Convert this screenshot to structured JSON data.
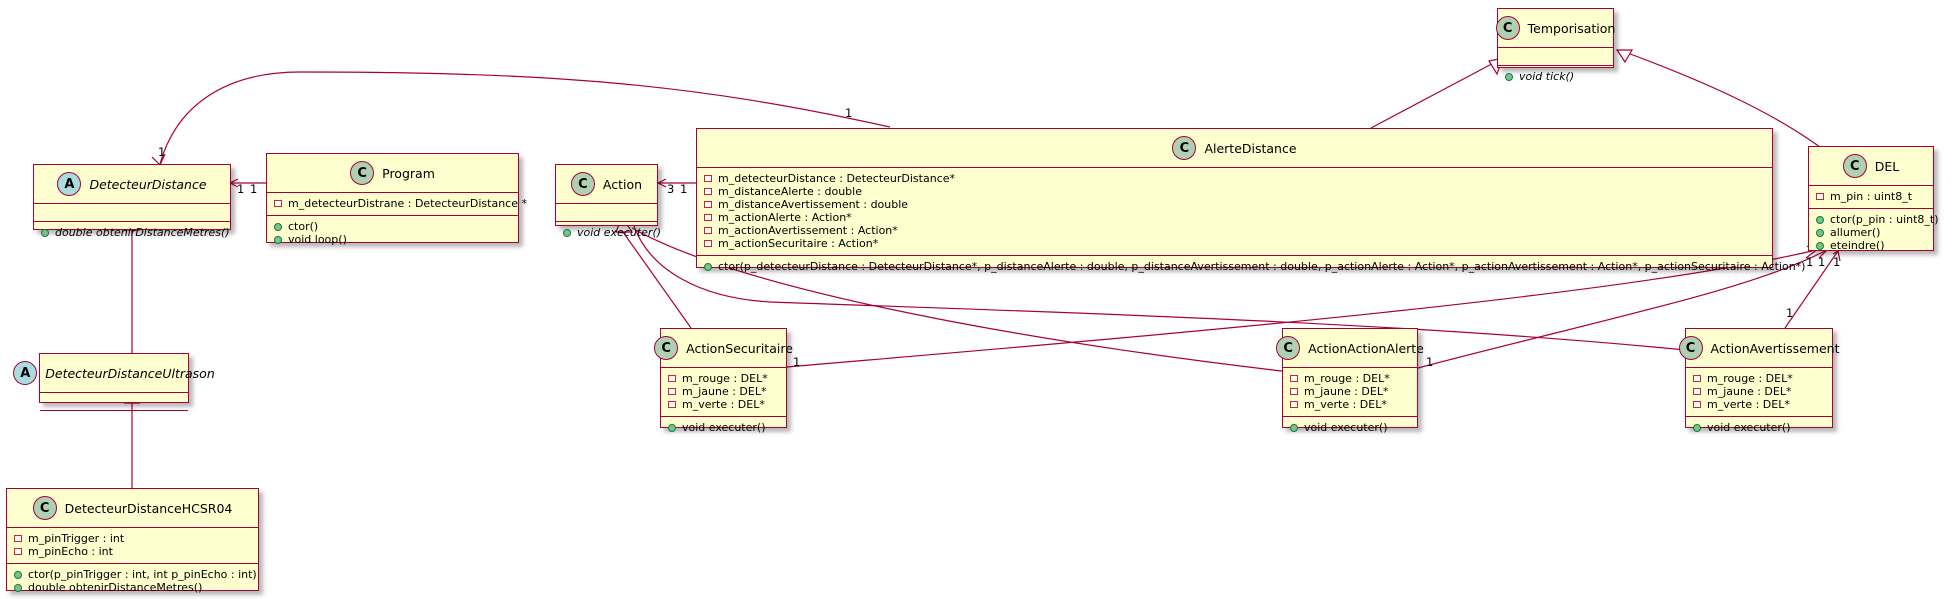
{
  "colors": {
    "border": "#a80036",
    "fill": "#fefece",
    "class_circle": "#add1b2",
    "abstract_circle": "#a9dcdf"
  },
  "classes": {
    "temporisation": {
      "stereo": "C",
      "name": "Temporisation",
      "fields": [],
      "methods": [
        {
          "vis": "public",
          "text": "void tick()",
          "abstract": true
        }
      ]
    },
    "alerte_distance": {
      "stereo": "C",
      "name": "AlerteDistance",
      "fields": [
        {
          "vis": "private",
          "text": "m_detecteurDistance : DetecteurDistance*"
        },
        {
          "vis": "private",
          "text": "m_distanceAlerte : double"
        },
        {
          "vis": "private",
          "text": "m_distanceAvertissement : double"
        },
        {
          "vis": "private",
          "text": "m_actionAlerte : Action*"
        },
        {
          "vis": "private",
          "text": "m_actionAvertissement : Action*"
        },
        {
          "vis": "private",
          "text": "m_actionSecuritaire : Action*"
        }
      ],
      "methods": [
        {
          "vis": "public",
          "text": "ctor(p_detecteurDistance : DetecteurDistance*, p_distanceAlerte : double, p_distanceAvertissement : double, p_actionAlerte : Action*, p_actionAvertissement : Action*, p_actionSecuritaire : Action*)"
        }
      ]
    },
    "detecteur_distance": {
      "stereo": "A",
      "name": "DetecteurDistance",
      "abstract": true,
      "fields": [],
      "methods": [
        {
          "vis": "public",
          "text": "double obtenirDistanceMetres()",
          "abstract": true
        }
      ]
    },
    "program": {
      "stereo": "C",
      "name": "Program",
      "fields": [
        {
          "vis": "private",
          "text": "m_detecteurDistrane : DetecteurDistance *"
        }
      ],
      "methods": [
        {
          "vis": "public",
          "text": "ctor()"
        },
        {
          "vis": "public",
          "text": "void loop()"
        }
      ]
    },
    "action": {
      "stereo": "C",
      "name": "Action",
      "fields": [],
      "methods": [
        {
          "vis": "public",
          "text": "void executer()",
          "abstract": true
        }
      ]
    },
    "del": {
      "stereo": "C",
      "name": "DEL",
      "fields": [
        {
          "vis": "private",
          "text": "m_pin : uint8_t"
        }
      ],
      "methods": [
        {
          "vis": "public",
          "text": "ctor(p_pin : uint8_t)"
        },
        {
          "vis": "public",
          "text": "allumer()"
        },
        {
          "vis": "public",
          "text": "eteindre()"
        }
      ]
    },
    "detecteur_distance_ultrason": {
      "stereo": "A",
      "name": "DetecteurDistanceUltrason",
      "abstract": true,
      "fields": [],
      "methods": []
    },
    "detecteur_distance_hcsr04": {
      "stereo": "C",
      "name": "DetecteurDistanceHCSR04",
      "fields": [
        {
          "vis": "private",
          "text": "m_pinTrigger : int"
        },
        {
          "vis": "private",
          "text": "m_pinEcho : int"
        }
      ],
      "methods": [
        {
          "vis": "public",
          "text": "ctor(p_pinTrigger : int, int p_pinEcho : int)"
        },
        {
          "vis": "public",
          "text": "double obtenirDistanceMetres()"
        }
      ]
    },
    "action_securitaire": {
      "stereo": "C",
      "name": "ActionSecuritaire",
      "fields": [
        {
          "vis": "private",
          "text": "m_rouge : DEL*"
        },
        {
          "vis": "private",
          "text": "m_jaune : DEL*"
        },
        {
          "vis": "private",
          "text": "m_verte : DEL*"
        }
      ],
      "methods": [
        {
          "vis": "public",
          "text": "void executer()"
        }
      ]
    },
    "action_action_alerte": {
      "stereo": "C",
      "name": "ActionActionAlerte",
      "fields": [
        {
          "vis": "private",
          "text": "m_rouge : DEL*"
        },
        {
          "vis": "private",
          "text": "m_jaune : DEL*"
        },
        {
          "vis": "private",
          "text": "m_verte : DEL*"
        }
      ],
      "methods": [
        {
          "vis": "public",
          "text": "void executer()"
        }
      ]
    },
    "action_avertissement": {
      "stereo": "C",
      "name": "ActionAvertissement",
      "fields": [
        {
          "vis": "private",
          "text": "m_rouge : DEL*"
        },
        {
          "vis": "private",
          "text": "m_jaune : DEL*"
        },
        {
          "vis": "private",
          "text": "m_verte : DEL*"
        }
      ],
      "methods": [
        {
          "vis": "public",
          "text": "void executer()"
        }
      ]
    }
  },
  "multiplicities": {
    "alerte_to_detecteur_src": "1",
    "alerte_to_detecteur_dst": "1",
    "program_to_detecteur_src": "1",
    "program_to_detecteur_dst": "1",
    "alerte_to_action_src": "1",
    "alerte_to_action_dst": "3",
    "del_mult_a": "1",
    "del_mult_b": "1",
    "del_mult_c": "1",
    "securitaire_del": "1",
    "alerte_del": "1",
    "avertissement_del": "1"
  }
}
